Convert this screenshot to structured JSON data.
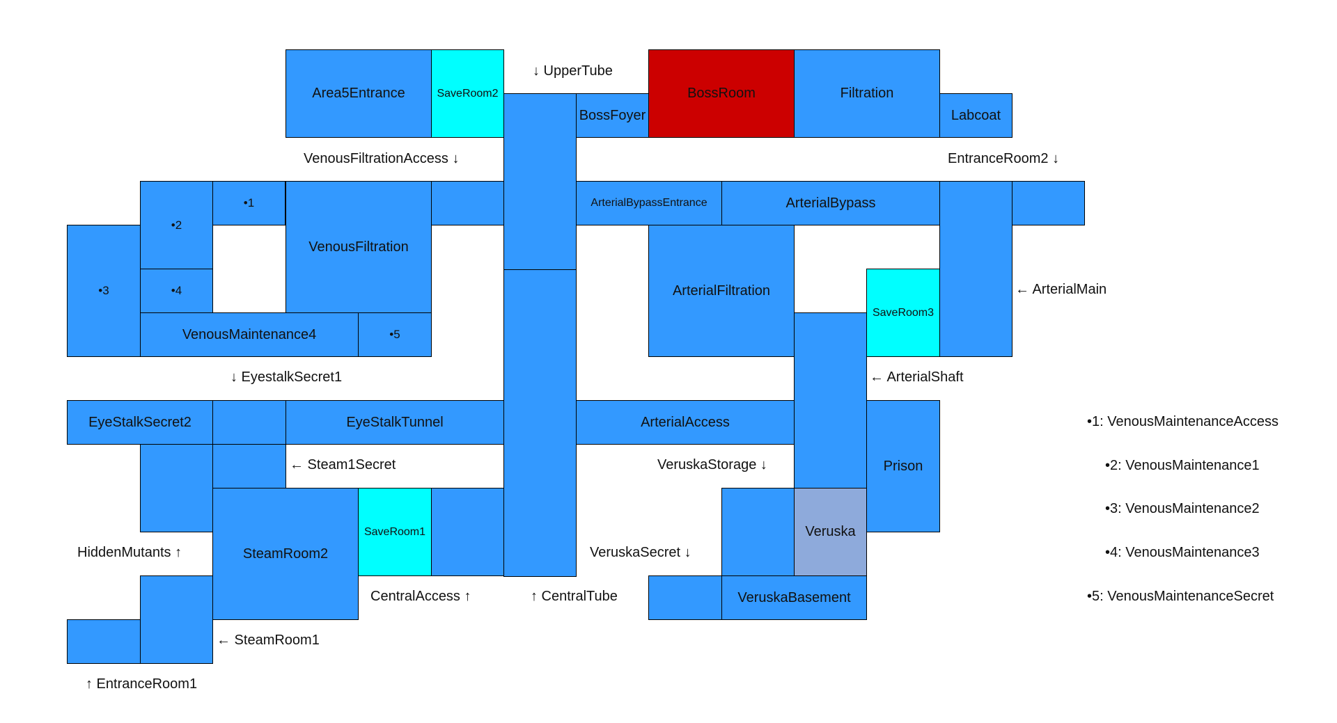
{
  "colors": {
    "room": "#3399ff",
    "save_room": "#00ffff",
    "boss_room": "#cc0000",
    "special_room": "#8eaadb",
    "border": "#000000"
  },
  "rooms": [
    {
      "id": "area5-entrance",
      "name": "Area5Entrance",
      "type": "room"
    },
    {
      "id": "save-room-2",
      "name": "SaveRoom2",
      "type": "save_room"
    },
    {
      "id": "boss-foyer",
      "name": "BossFoyer",
      "type": "room"
    },
    {
      "id": "boss-room",
      "name": "BossRoom",
      "type": "boss_room"
    },
    {
      "id": "filtration",
      "name": "Filtration",
      "type": "room"
    },
    {
      "id": "labcoat",
      "name": "Labcoat",
      "type": "room"
    },
    {
      "id": "upper-tube",
      "name": "",
      "type": "room"
    },
    {
      "id": "central-tube",
      "name": "",
      "type": "room"
    },
    {
      "id": "maint-access-1",
      "name": "•1",
      "type": "room"
    },
    {
      "id": "maint-1",
      "name": "•2",
      "type": "room"
    },
    {
      "id": "maint-2",
      "name": "•3",
      "type": "room"
    },
    {
      "id": "maint-3",
      "name": "•4",
      "type": "room"
    },
    {
      "id": "maint-secret-5",
      "name": "•5",
      "type": "room"
    },
    {
      "id": "venous-filtration",
      "name": "VenousFiltration",
      "type": "room"
    },
    {
      "id": "venous-filtration-access",
      "name": "",
      "type": "room"
    },
    {
      "id": "venous-maintenance-4",
      "name": "VenousMaintenance4",
      "type": "room"
    },
    {
      "id": "arterial-bypass-entrance",
      "name": "ArterialBypassEntrance",
      "type": "room"
    },
    {
      "id": "arterial-bypass",
      "name": "ArterialBypass",
      "type": "room"
    },
    {
      "id": "arterial-main",
      "name": "",
      "type": "room"
    },
    {
      "id": "entrance-room-2",
      "name": "",
      "type": "room"
    },
    {
      "id": "arterial-filtration",
      "name": "ArterialFiltration",
      "type": "room"
    },
    {
      "id": "save-room-3",
      "name": "SaveRoom3",
      "type": "save_room"
    },
    {
      "id": "arterial-shaft",
      "name": "",
      "type": "room"
    },
    {
      "id": "eyestalk-secret-2",
      "name": "EyeStalkSecret2",
      "type": "room"
    },
    {
      "id": "eyestalk-secret-1",
      "name": "",
      "type": "room"
    },
    {
      "id": "eyestalk-tunnel",
      "name": "EyeStalkTunnel",
      "type": "room"
    },
    {
      "id": "arterial-access",
      "name": "ArterialAccess",
      "type": "room"
    },
    {
      "id": "prison",
      "name": "Prison",
      "type": "room"
    },
    {
      "id": "hidden-mutants",
      "name": "",
      "type": "room"
    },
    {
      "id": "steam-1-secret",
      "name": "",
      "type": "room"
    },
    {
      "id": "steam-room-2",
      "name": "SteamRoom2",
      "type": "room"
    },
    {
      "id": "save-room-1",
      "name": "SaveRoom1",
      "type": "save_room"
    },
    {
      "id": "central-access",
      "name": "",
      "type": "room"
    },
    {
      "id": "veruska-storage",
      "name": "",
      "type": "room"
    },
    {
      "id": "veruska",
      "name": "Veruska",
      "type": "special_room"
    },
    {
      "id": "veruska-secret",
      "name": "",
      "type": "room"
    },
    {
      "id": "veruska-basement",
      "name": "VeruskaBasement",
      "type": "room"
    },
    {
      "id": "steam-room-1",
      "name": "",
      "type": "room"
    },
    {
      "id": "entrance-room-1",
      "name": "",
      "type": "room"
    }
  ],
  "labels": [
    {
      "id": "upper-tube",
      "text": "↓ UpperTube"
    },
    {
      "id": "venous-filtration-access",
      "text": "VenousFiltrationAccess ↓"
    },
    {
      "id": "entrance-room-2",
      "text": "EntranceRoom2 ↓"
    },
    {
      "id": "arterial-main",
      "text": "← ArterialMain"
    },
    {
      "id": "eyestalk-secret-1",
      "text": "↓ EyestalkSecret1"
    },
    {
      "id": "arterial-shaft",
      "text": "← ArterialShaft"
    },
    {
      "id": "steam-1-secret",
      "text": "← Steam1Secret"
    },
    {
      "id": "veruska-storage",
      "text": "VeruskaStorage ↓"
    },
    {
      "id": "hidden-mutants",
      "text": "HiddenMutants ↑"
    },
    {
      "id": "veruska-secret",
      "text": "VeruskaSecret ↓"
    },
    {
      "id": "central-access",
      "text": "CentralAccess ↑"
    },
    {
      "id": "central-tube",
      "text": "↑ CentralTube"
    },
    {
      "id": "steam-room-1",
      "text": "← SteamRoom1"
    },
    {
      "id": "entrance-room-1",
      "text": "↑ EntranceRoom1"
    }
  ],
  "legend": [
    "•1: VenousMaintenanceAccess",
    "•2: VenousMaintenance1",
    "•3: VenousMaintenance2",
    "•4: VenousMaintenance3",
    "•5: VenousMaintenanceSecret"
  ]
}
